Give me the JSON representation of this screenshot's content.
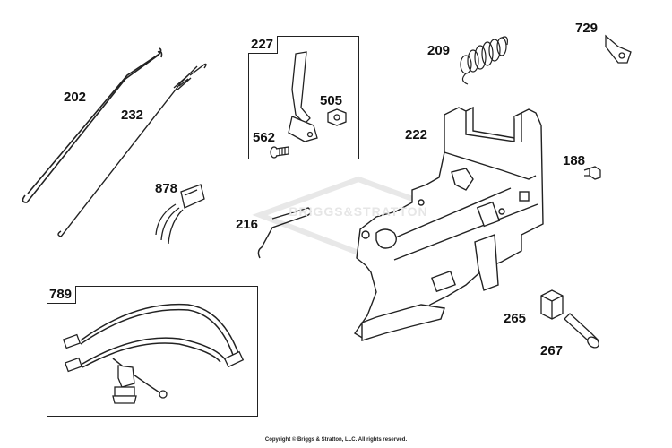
{
  "parts": {
    "p202": "202",
    "p232": "232",
    "p227": "227",
    "p505": "505",
    "p562": "562",
    "p209": "209",
    "p729": "729",
    "p222": "222",
    "p188": "188",
    "p878": "878",
    "p216": "216",
    "p789": "789",
    "p265": "265",
    "p267": "267"
  },
  "watermark": "BRIGGS&STRATTON",
  "copyright": "Copyright © Briggs & Stratton, LLC. All rights reserved."
}
